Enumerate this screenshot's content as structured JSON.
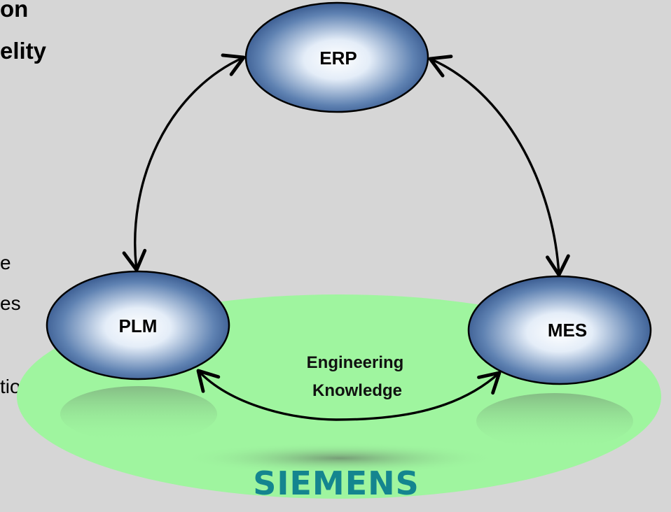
{
  "slide": {
    "title_line_1": "on",
    "title_line_2": "elity",
    "body_line_1": "e",
    "body_line_2": "es",
    "body_line_3": "tion"
  },
  "diagram": {
    "nodes": {
      "erp": "ERP",
      "plm": "PLM",
      "mes": "MES"
    },
    "ellipse_label_line_1": "Engineering",
    "ellipse_label_line_2": "Knowledge",
    "logo": "SIEMENS"
  },
  "colors": {
    "background": "#d6d6d6",
    "knowledge_ellipse": "#9ff59f",
    "node_outer": "#1f3f78",
    "node_center": "#ffffff",
    "logo": "#14858f",
    "arrows": "#000000"
  }
}
